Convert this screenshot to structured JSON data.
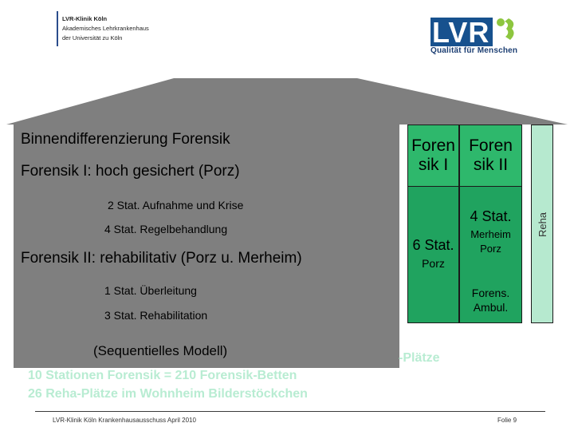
{
  "header": {
    "line1": "LVR-Klinik Köln",
    "line2": "Akademisches Lehrkrankenhaus",
    "line3": "der Universität zu Köln"
  },
  "logo": {
    "letters": "LVR",
    "tagline": "Qualität für Menschen",
    "brand_color": "#17518e",
    "figure_color": "#8dc63f"
  },
  "main": {
    "title": "Binnendifferenzierung Forensik",
    "forensik1": "Forensik I: hoch gesichert (Porz)",
    "stat_aufnahme": "2 Stat. Aufnahme und Krise",
    "stat_regel": "4 Stat. Regelbehandlung",
    "forensik2": "Forensik II: rehabilitativ (Porz u. Merheim)",
    "stat_ueberleitung": "1 Stat. Überleitung",
    "stat_reha": "3 Stat. Rehabilitation",
    "model": "(Sequentielles Modell)",
    "box_color": "#7f7f7f"
  },
  "structure": {
    "col1_head_a": "Foren",
    "col1_head_b": "sik I",
    "col2_head_a": "Foren",
    "col2_head_b": "sik II",
    "col2_stat": "4 Stat.",
    "col2_loc_a": "Merheim",
    "col2_loc_b": "Porz",
    "col1_stat": "6 Stat.",
    "col1_loc": "Porz",
    "col2_ambul_a": "Forens.",
    "col2_ambul_b": "Ambul.",
    "reha": "Reha",
    "green_color": "#2eb86c",
    "reha_color": "#b6e9cf"
  },
  "overlay": {
    "partial": "-Plätze",
    "line1": "10 Stationen Forensik = 210 Forensik-Betten",
    "line2": "26 Reha-Plätze im Wohnheim Bilderstöckchen"
  },
  "footer": {
    "left": "LVR-Klinik Köln Krankenhausausschuss April 2010",
    "right": "Folie 9"
  }
}
